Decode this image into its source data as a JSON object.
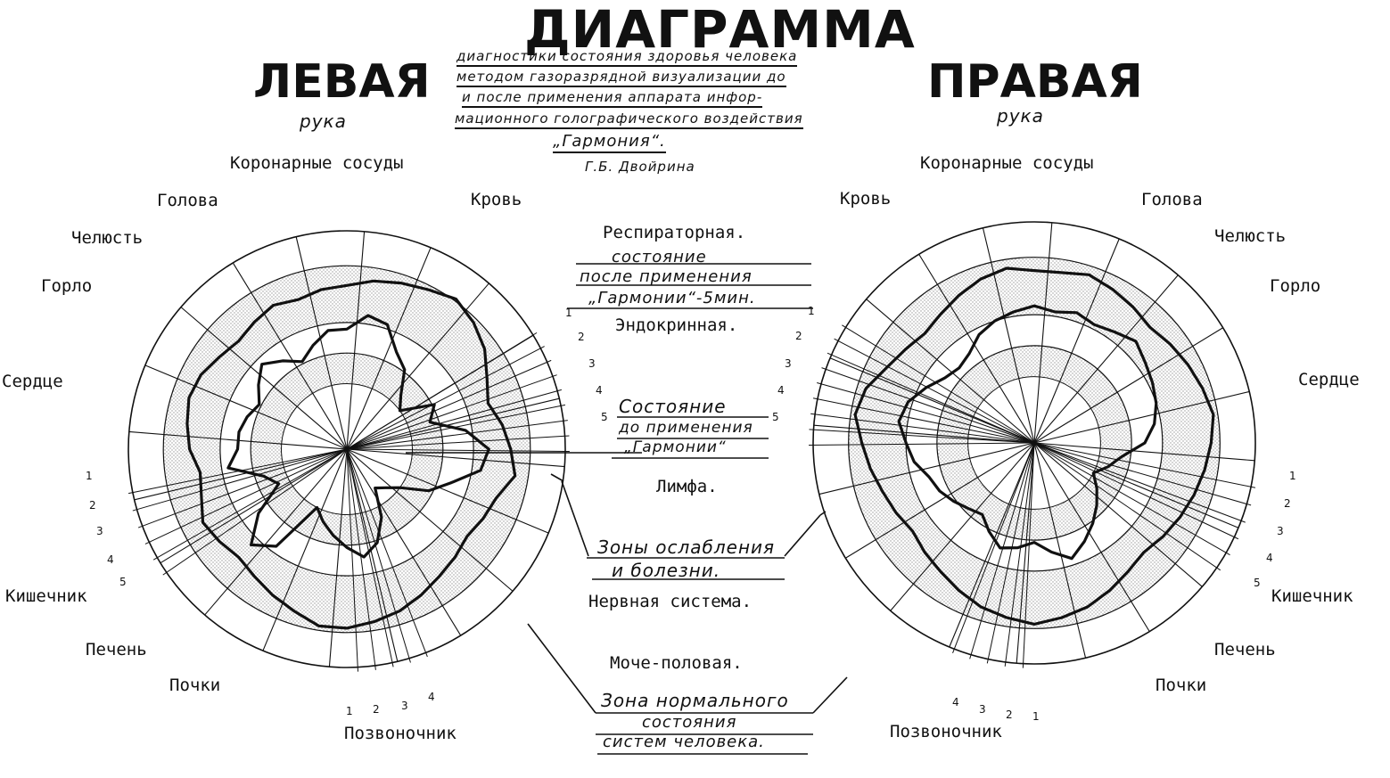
{
  "header": {
    "title": "ДИАГРАММА",
    "left_hand": "ЛЕВАЯ",
    "right_hand": "ПРАВАЯ",
    "hand_word_left": "рука",
    "hand_word_right": "рука",
    "subtitle_lines": [
      "диагностики состояния здоровья человека",
      "методом газоразрядной визуализации до",
      "и после применения аппарата инфор-",
      "мационного голографического воздействия",
      "„Гармония“."
    ],
    "author": "Г.Б. Двойрина"
  },
  "center_column": {
    "systems": [
      "Респираторная.",
      "Эндокринная.",
      "Лимфа.",
      "Нервная система.",
      "Моче-половая."
    ],
    "after_caption": [
      "состояние",
      "после применения",
      "„Гармонии“-5мин."
    ],
    "before_caption": [
      "Состояние",
      "до применения",
      "„Гармонии“"
    ],
    "weak_zone_caption": [
      "Зоны ослабления",
      "и болезни."
    ],
    "normal_zone_caption": [
      "Зона нормального",
      "состояния",
      "систем человека."
    ]
  },
  "left_chart": {
    "labels": {
      "coronary": "Коронарные сосуды",
      "blood": "Кровь",
      "head": "Голова",
      "jaw": "Челюсть",
      "throat": "Горло",
      "heart": "Сердце",
      "intestine": "Кишечник",
      "liver": "Печень",
      "kidneys": "Почки",
      "spine": "Позвоночник"
    },
    "side_numbers": [
      "1",
      "2",
      "3",
      "4",
      "5"
    ],
    "spine_numbers": [
      "1",
      "2",
      "3",
      "4"
    ],
    "right_numbers": [
      "1",
      "2",
      "3",
      "4",
      "5"
    ],
    "before_values": [
      0.55,
      0.62,
      0.6,
      0.5,
      0.45,
      0.35,
      0.3,
      0.45,
      0.4,
      0.55,
      0.65,
      0.62,
      0.5,
      0.42,
      0.3,
      0.25,
      0.22,
      0.35,
      0.45,
      0.5,
      0.45,
      0.4,
      0.35,
      0.3,
      0.55,
      0.62,
      0.5,
      0.35,
      0.4,
      0.55,
      0.5,
      0.5,
      0.48,
      0.45,
      0.5,
      0.55,
      0.5,
      0.45,
      0.5,
      0.55
    ],
    "after_values": [
      0.75,
      0.78,
      0.8,
      0.82,
      0.85,
      0.82,
      0.78,
      0.72,
      0.68,
      0.72,
      0.75,
      0.78,
      0.72,
      0.7,
      0.68,
      0.7,
      0.72,
      0.75,
      0.78,
      0.8,
      0.82,
      0.82,
      0.78,
      0.75,
      0.72,
      0.7,
      0.72,
      0.74,
      0.7,
      0.68,
      0.72,
      0.74,
      0.76,
      0.75,
      0.72,
      0.7,
      0.72,
      0.74,
      0.72,
      0.74
    ]
  },
  "right_chart": {
    "labels": {
      "coronary": "Коронарные сосуды",
      "blood": "Кровь",
      "head": "Голова",
      "jaw": "Челюсть",
      "throat": "Горло",
      "heart": "Сердце",
      "intestine": "Кишечник",
      "liver": "Печень",
      "kidneys": "Почки",
      "spine": "Позвоночник"
    },
    "side_numbers": [
      "1",
      "2",
      "3",
      "4",
      "5"
    ],
    "spine_numbers": [
      "4",
      "3",
      "2",
      "1"
    ],
    "left_numbers": [
      "1",
      "2",
      "3",
      "4",
      "5"
    ],
    "before_values": [
      0.62,
      0.6,
      0.58,
      0.55,
      0.5,
      0.48,
      0.5,
      0.55,
      0.6,
      0.62,
      0.58,
      0.55,
      0.5,
      0.48,
      0.45,
      0.42,
      0.4,
      0.45,
      0.5,
      0.48,
      0.45,
      0.5,
      0.55,
      0.5,
      0.45,
      0.4,
      0.35,
      0.3,
      0.35,
      0.4,
      0.5,
      0.55,
      0.58,
      0.6,
      0.62,
      0.65,
      0.62,
      0.6,
      0.62,
      0.6
    ],
    "after_values": [
      0.78,
      0.8,
      0.78,
      0.75,
      0.72,
      0.7,
      0.72,
      0.75,
      0.8,
      0.82,
      0.78,
      0.75,
      0.72,
      0.7,
      0.68,
      0.7,
      0.72,
      0.75,
      0.78,
      0.8,
      0.82,
      0.8,
      0.78,
      0.75,
      0.72,
      0.7,
      0.72,
      0.74,
      0.76,
      0.78,
      0.8,
      0.82,
      0.8,
      0.78,
      0.76,
      0.74,
      0.76,
      0.78,
      0.8,
      0.78
    ]
  }
}
